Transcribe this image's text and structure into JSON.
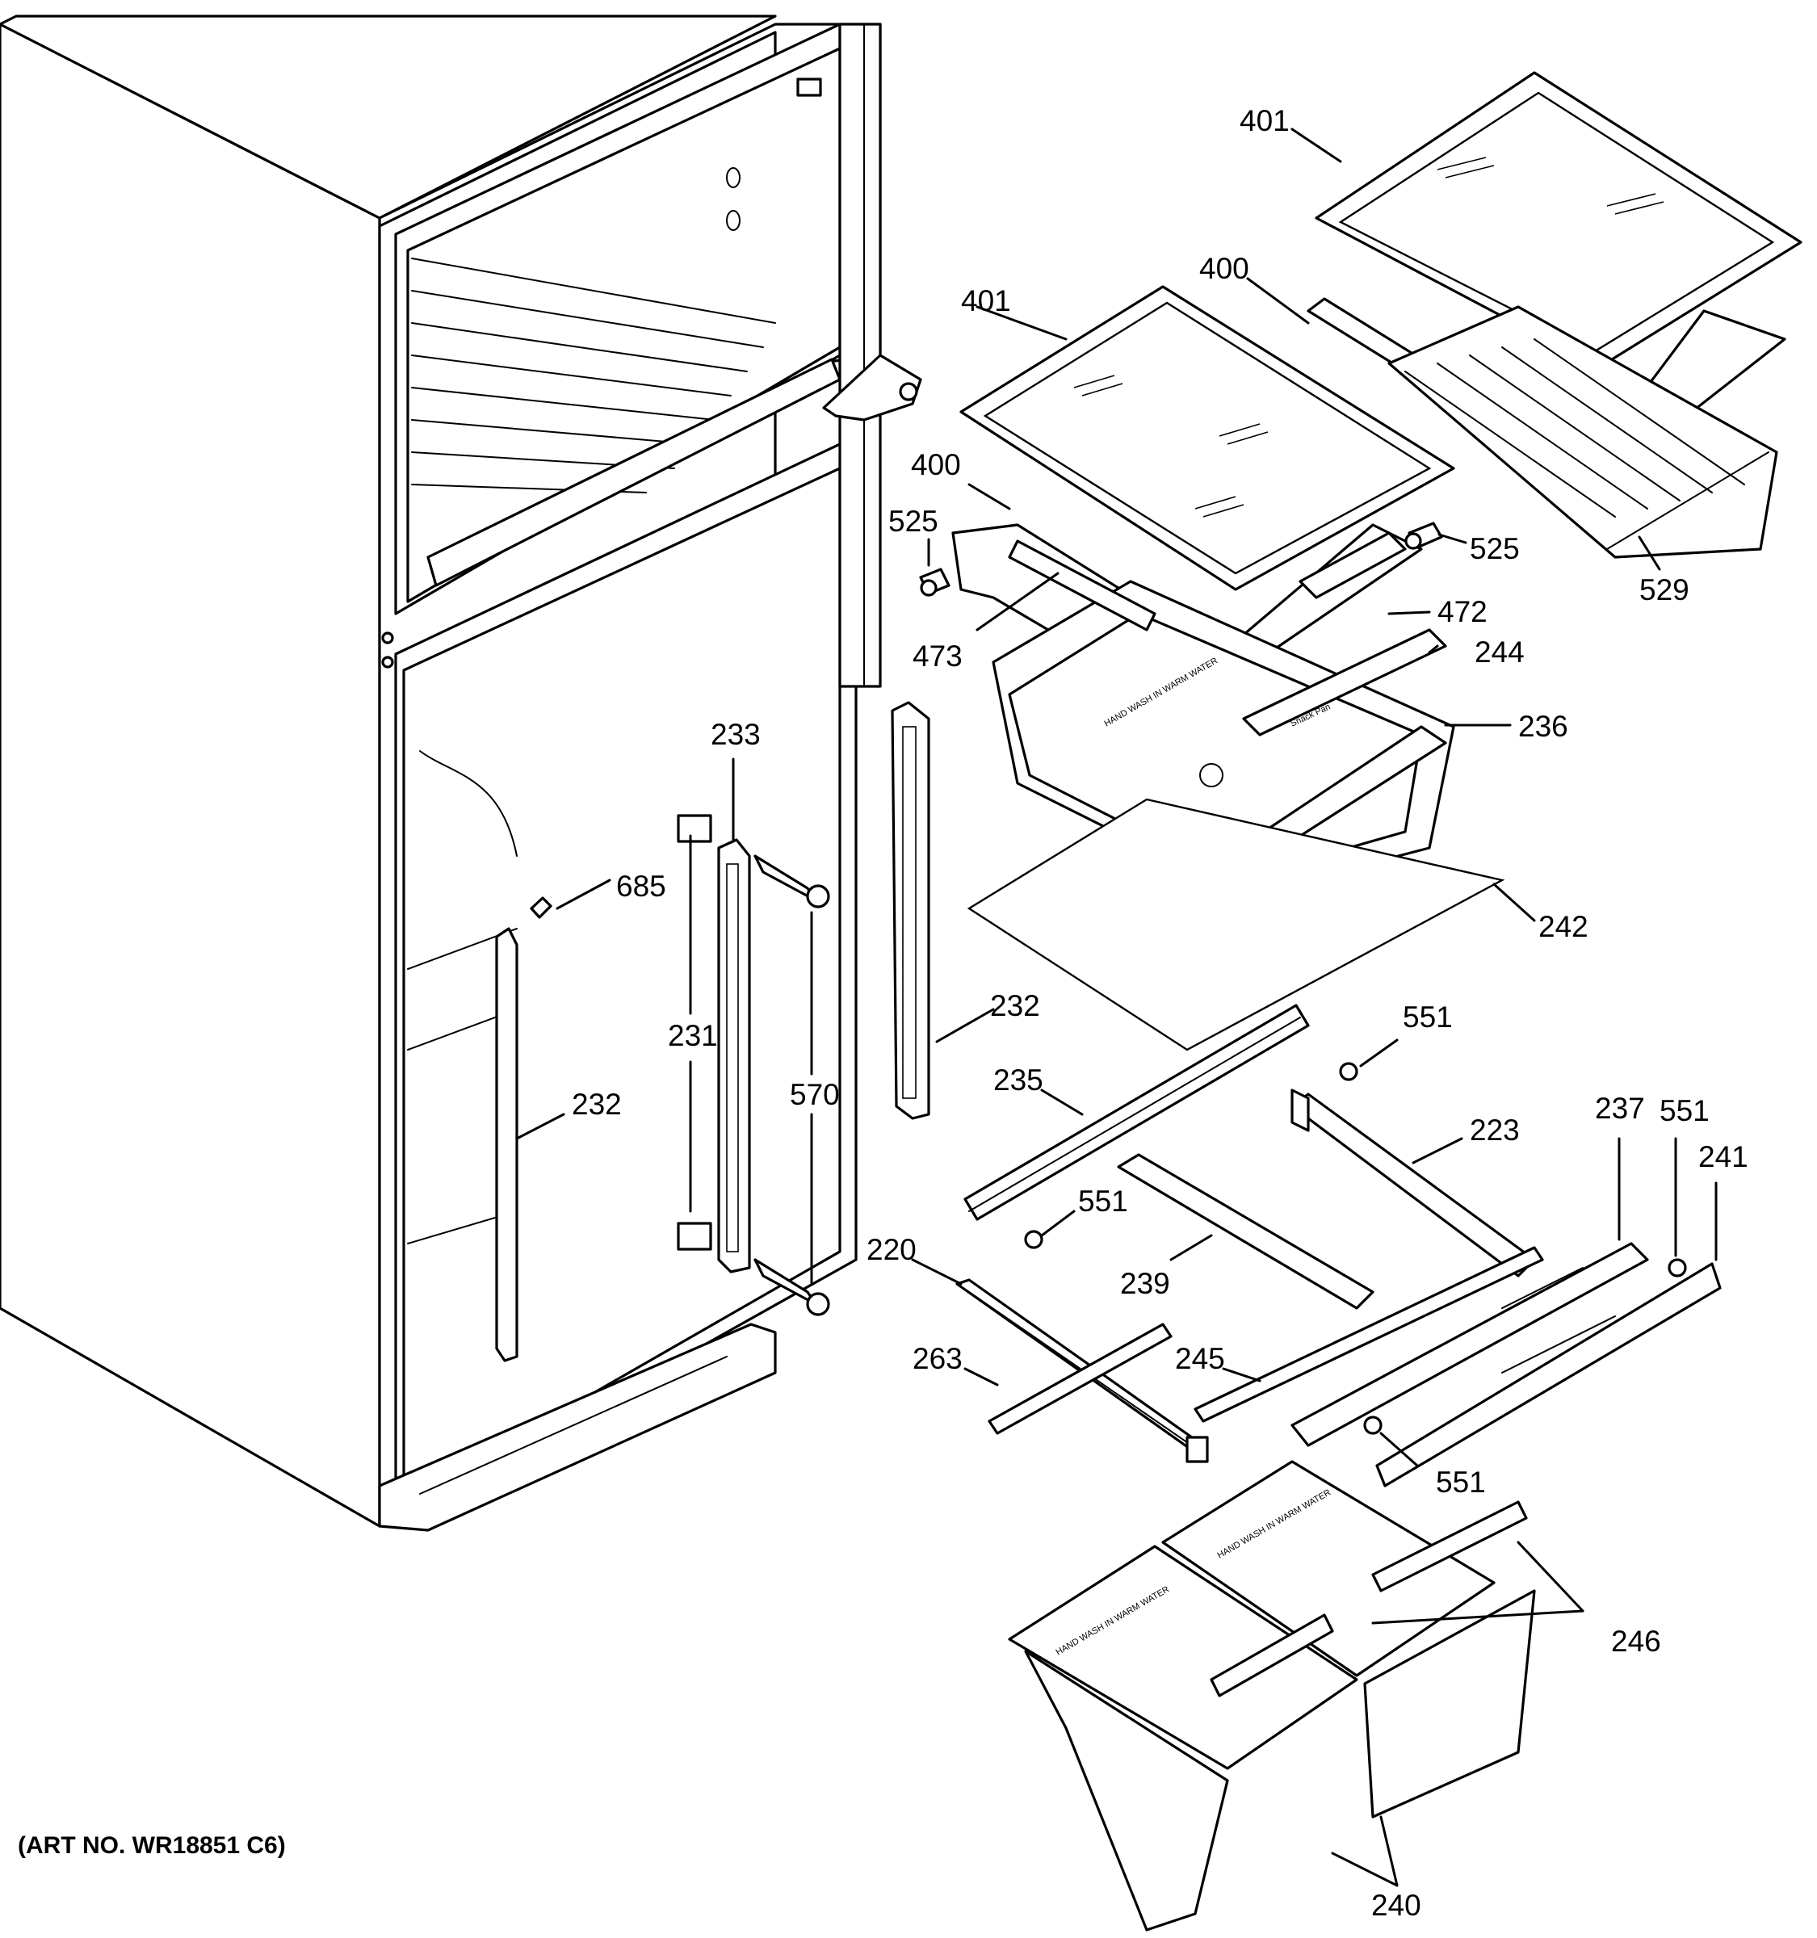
{
  "art_number": "(ART NO. WR18851 C6)",
  "bin_imprints": [
    "HAND WASH IN WARM WATER"
  ],
  "snack_pan_imprint": "Snack Pan",
  "callouts": {
    "c401a": "401",
    "c401b": "401",
    "c400a": "400",
    "c400b": "400",
    "c525a": "525",
    "c525b": "525",
    "c529": "529",
    "c472": "472",
    "c473": "473",
    "c244": "244",
    "c236": "236",
    "c233": "233",
    "c685": "685",
    "c242": "242",
    "c231": "231",
    "c570": "570",
    "c232a": "232",
    "c232b": "232",
    "c235": "235",
    "c551a": "551",
    "c551b": "551",
    "c551c": "551",
    "c551d": "551",
    "c223": "223",
    "c237": "237",
    "c241": "241",
    "c220": "220",
    "c239": "239",
    "c263": "263",
    "c245": "245",
    "c246": "246",
    "c240": "240"
  }
}
